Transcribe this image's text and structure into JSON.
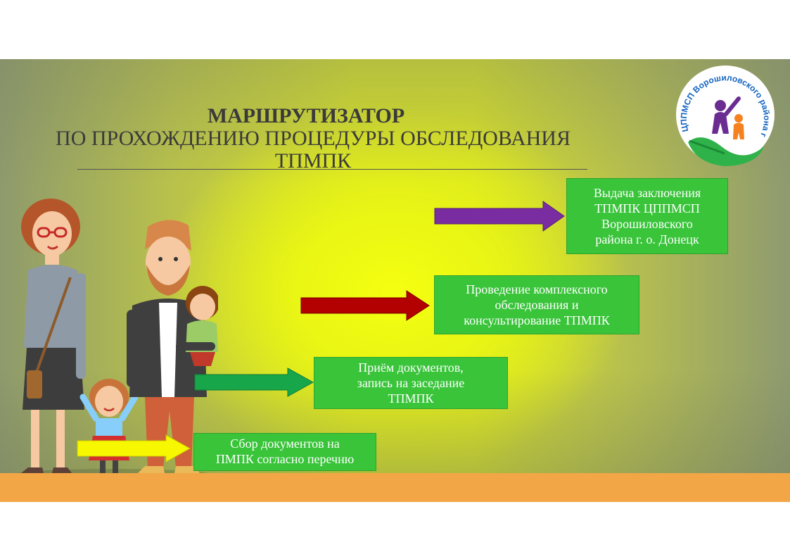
{
  "title": {
    "line1": "МАРШРУТИЗАТОР",
    "line2": "ПО ПРОХОЖДЕНИЮ ПРОЦЕДУРЫ ОБСЛЕДОВАНИЯ\nТПМПК"
  },
  "logo": {
    "text": "ЦППМСП Ворошиловского района г.о.Донецк",
    "icon": "family-hands-logo-icon"
  },
  "illustration": {
    "icon": "family-illustration"
  },
  "steps": [
    {
      "label": "Сбор документов на\nПМПК согласно перечню",
      "arrow_color": "#f7f700"
    },
    {
      "label": "Приём документов,\nзапись на заседание\nТПМПК",
      "arrow_color": "#17a64a"
    },
    {
      "label": "Проведение комплексного\nобследования и\nконсультирование  ТПМПК",
      "arrow_color": "#b30000"
    },
    {
      "label": "Выдача заключения\nТПМПК ЦППМСП\nВорошиловского\nрайона г. о. Донецк",
      "arrow_color": "#7a2da0"
    }
  ],
  "colors": {
    "box_fill": "#39c43a",
    "bottom_bar": "#f2a646",
    "title_text": "#3a3a3a"
  }
}
